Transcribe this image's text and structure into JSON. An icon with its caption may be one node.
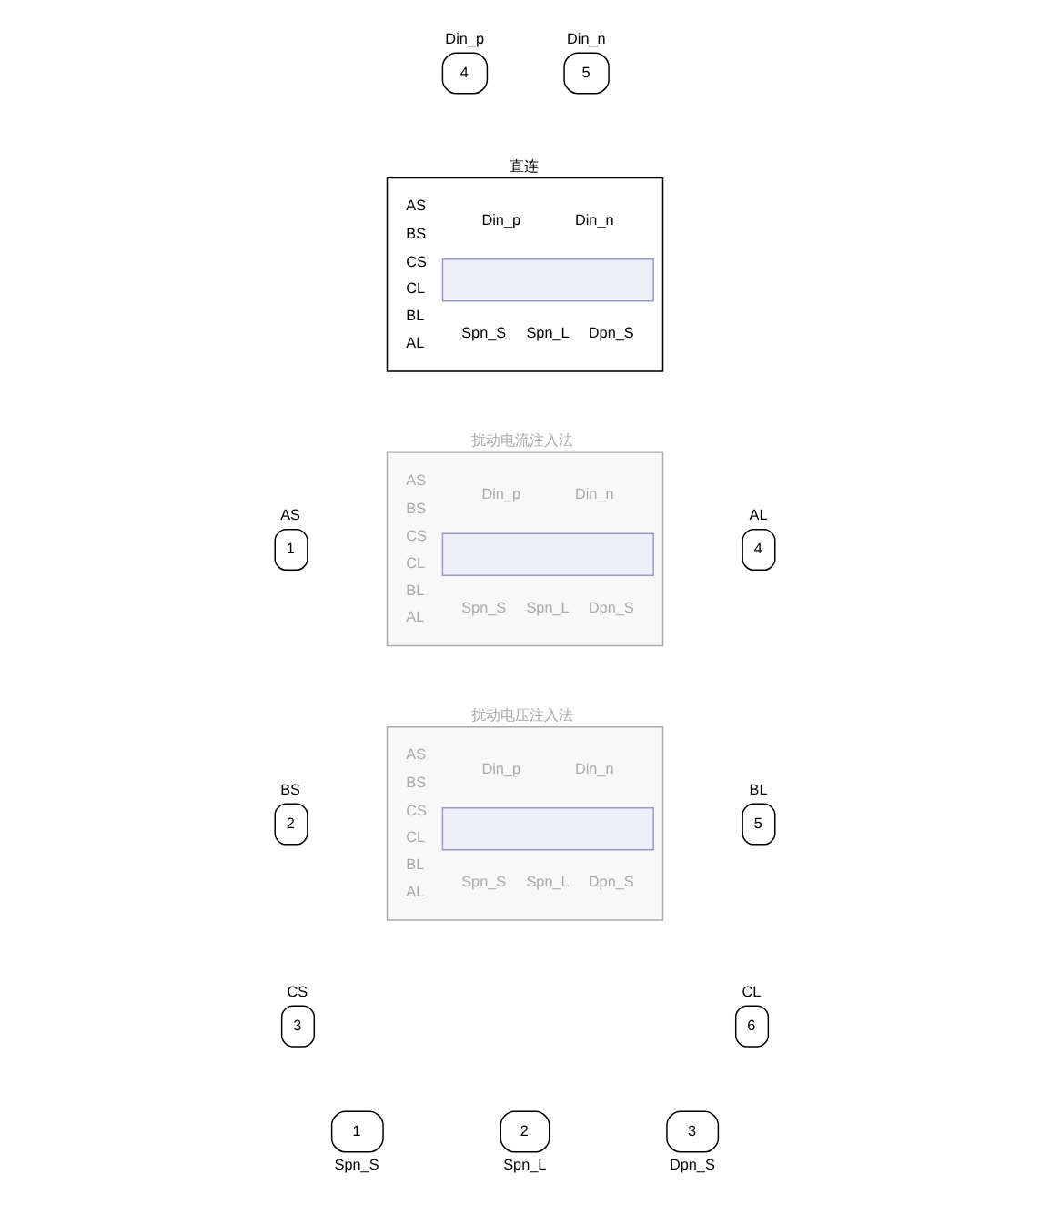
{
  "diagram": {
    "nodes": [
      {
        "text": [
          "4"
        ],
        "beside": [
          "Din_p"
        ]
      },
      {
        "text": [
          "5"
        ],
        "beside": [
          "Din_n"
        ]
      },
      {
        "text": [
          "直连",
          "AS",
          "BS",
          "CS",
          "CL",
          "BL",
          "AL",
          "Din_p",
          "Din_n",
          "Spn_S",
          "Spn_L",
          "Dpn_S"
        ]
      },
      {
        "text": [
          "扰动电流注入法",
          "AS",
          "BS",
          "CS",
          "CL",
          "BL",
          "AL",
          "Din_p",
          "Din_n",
          "Spn_S",
          "Spn_L",
          "Dpn_S"
        ]
      },
      {
        "text": [
          "扰动电压注入法",
          "AS",
          "BS",
          "CS",
          "CL",
          "BL",
          "AL",
          "Din_p",
          "Din_n",
          "Spn_S",
          "Spn_L",
          "Dpn_S"
        ]
      },
      {
        "text": [
          "1"
        ],
        "beside": [
          "AS"
        ]
      },
      {
        "text": [
          "2"
        ],
        "beside": [
          "BS"
        ]
      },
      {
        "text": [
          "3"
        ],
        "beside": [
          "CS"
        ]
      },
      {
        "text": [
          "4"
        ],
        "beside": [
          "AL"
        ]
      },
      {
        "text": [
          "5"
        ],
        "beside": [
          "BL"
        ]
      },
      {
        "text": [
          "6"
        ],
        "beside": [
          "CL"
        ]
      },
      {
        "text": [
          "1"
        ],
        "beside": [
          "Spn_S"
        ]
      },
      {
        "text": [
          "2"
        ],
        "beside": [
          "Spn_L"
        ]
      },
      {
        "text": [
          "3"
        ],
        "beside": [
          "Dpn_S"
        ]
      }
    ],
    "edges": []
  }
}
